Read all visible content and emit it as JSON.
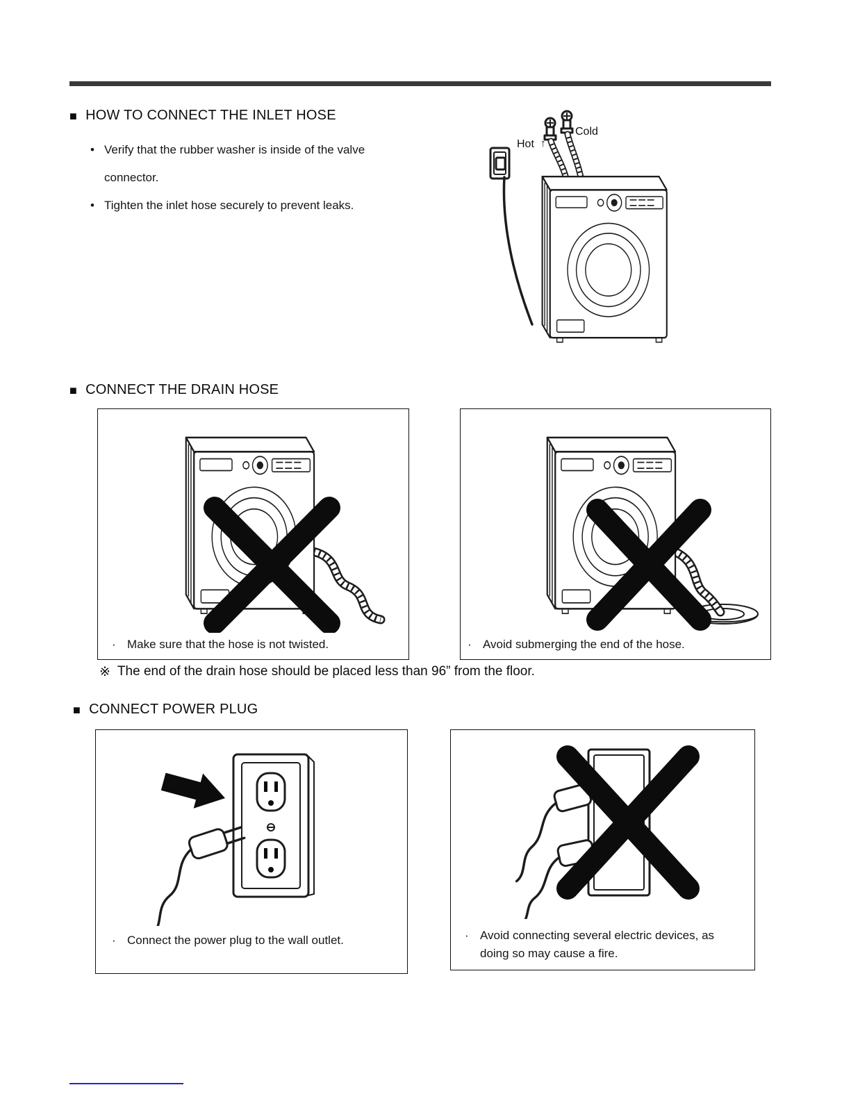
{
  "glyphs": {
    "section_marker": "■",
    "bullet": "•",
    "dot": "·",
    "note_mark": "※",
    "up_arrow": "↑"
  },
  "inlet": {
    "heading": "HOW TO CONNECT THE INLET HOSE",
    "bullets": [
      "Verify that the rubber washer is inside of the valve connector.",
      "Tighten the inlet hose securely to prevent leaks."
    ],
    "hot_label": "Hot",
    "cold_label": "Cold"
  },
  "drain": {
    "heading": "CONNECT THE DRAIN HOSE",
    "left_caption": "Make sure that the hose is not twisted.",
    "right_caption": "Avoid submerging the end of the hose.",
    "note": "The end of the drain hose should be placed less than 96” from the floor."
  },
  "power": {
    "heading": "CONNECT POWER PLUG",
    "left_caption": "Connect the power plug to the wall outlet.",
    "right_caption": "Avoid connecting several electric devices, as doing so may cause a fire."
  }
}
